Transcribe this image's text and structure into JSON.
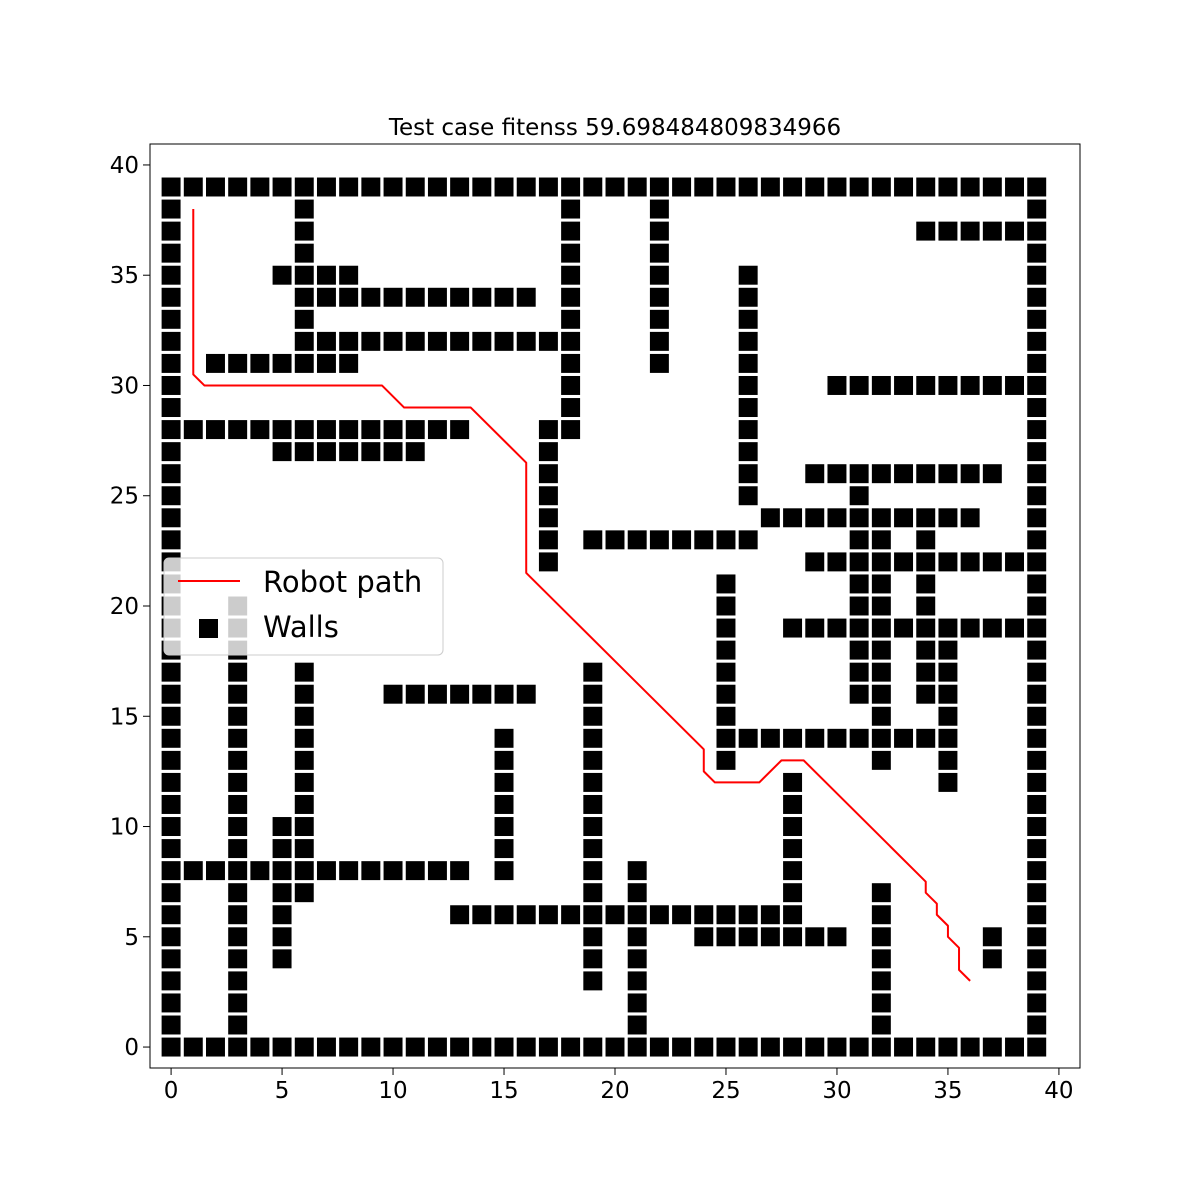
{
  "chart_data": {
    "type": "scatter",
    "title": "Test case fitenss 59.698484809834966",
    "xlabel": "",
    "ylabel": "",
    "xlim": [
      -0.95,
      40.95
    ],
    "ylim": [
      -0.95,
      40.95
    ],
    "xticks": [
      0,
      5,
      10,
      15,
      20,
      25,
      30,
      35,
      40
    ],
    "yticks": [
      0,
      5,
      10,
      15,
      20,
      25,
      30,
      35,
      40
    ],
    "grid": false,
    "legend_placement": "center-left",
    "colors": {
      "path": "#ff0000",
      "walls": "#000000"
    },
    "series": [
      {
        "name": "Robot path",
        "kind": "line",
        "points": [
          [
            1,
            38
          ],
          [
            1,
            30.5
          ],
          [
            1.5,
            30
          ],
          [
            9.5,
            30
          ],
          [
            10.5,
            29
          ],
          [
            13.5,
            29
          ],
          [
            16,
            26.5
          ],
          [
            16,
            21.5
          ],
          [
            24,
            13.5
          ],
          [
            24,
            12.5
          ],
          [
            24.5,
            12
          ],
          [
            26.5,
            12
          ],
          [
            27.5,
            13
          ],
          [
            28.5,
            13
          ],
          [
            34,
            7.5
          ],
          [
            34,
            7
          ],
          [
            34.5,
            6.5
          ],
          [
            34.5,
            6
          ],
          [
            35,
            5.5
          ],
          [
            35,
            5
          ],
          [
            35.5,
            4.5
          ],
          [
            35.5,
            3.5
          ],
          [
            36,
            3
          ]
        ]
      },
      {
        "name": "Walls",
        "kind": "squares",
        "segments": [
          {
            "x": [
              0,
              39
            ],
            "y": 39
          },
          {
            "x": [
              0,
              39
            ],
            "y": 0
          },
          {
            "x": 0,
            "y": [
              1,
              38
            ]
          },
          {
            "x": 39,
            "y": [
              1,
              38
            ]
          },
          {
            "x": 6,
            "y": [
              34,
              38
            ]
          },
          {
            "x": 18,
            "y": [
              29,
              38
            ]
          },
          {
            "x": 22,
            "y": [
              31,
              38
            ]
          },
          {
            "x": [
              34,
              38
            ],
            "y": 37
          },
          {
            "x": [
              5,
              8
            ],
            "y": 35
          },
          {
            "x": [
              7,
              16
            ],
            "y": 34
          },
          {
            "x": [
              6,
              17
            ],
            "y": 32
          },
          {
            "x": 6,
            "y": 33
          },
          {
            "x": [
              2,
              8
            ],
            "y": 31
          },
          {
            "x": 26,
            "y": [
              25,
              35
            ]
          },
          {
            "x": [
              30,
              38
            ],
            "y": 30
          },
          {
            "x": [
              1,
              13
            ],
            "y": 28
          },
          {
            "x": 18,
            "y": 28
          },
          {
            "x": [
              5,
              11
            ],
            "y": 27
          },
          {
            "x": 17,
            "y": [
              22,
              28
            ]
          },
          {
            "x": [
              29,
              37
            ],
            "y": 26
          },
          {
            "x": 31,
            "y": 25
          },
          {
            "x": [
              27,
              36
            ],
            "y": 24
          },
          {
            "x": [
              19,
              26
            ],
            "y": 23
          },
          {
            "x": [
              31,
              32
            ],
            "y": 23
          },
          {
            "x": 34,
            "y": 23
          },
          {
            "x": [
              29,
              38
            ],
            "y": 22
          },
          {
            "x": [
              31,
              32
            ],
            "y": [
              19,
              21
            ]
          },
          {
            "x": 34,
            "y": [
              19,
              21
            ]
          },
          {
            "x": 25,
            "y": [
              15,
              21
            ]
          },
          {
            "x": [
              28,
              38
            ],
            "y": 19
          },
          {
            "x": [
              31,
              32
            ],
            "y": [
              16,
              18
            ]
          },
          {
            "x": [
              34,
              35
            ],
            "y": [
              16,
              18
            ]
          },
          {
            "x": 32,
            "y": 15
          },
          {
            "x": 35,
            "y": 15
          },
          {
            "x": [
              25,
              35
            ],
            "y": 14
          },
          {
            "x": 25,
            "y": 13
          },
          {
            "x": 32,
            "y": 13
          },
          {
            "x": 35,
            "y": [
              12,
              13
            ]
          },
          {
            "x": 3,
            "y": [
              1,
              20
            ]
          },
          {
            "x": 6,
            "y": [
              7,
              17
            ]
          },
          {
            "x": [
              10,
              16
            ],
            "y": 16
          },
          {
            "x": 19,
            "y": [
              3,
              17
            ]
          },
          {
            "x": 15,
            "y": [
              8,
              14
            ]
          },
          {
            "x": 28,
            "y": [
              6,
              12
            ]
          },
          {
            "x": 5,
            "y": [
              4,
              10
            ]
          },
          {
            "x": [
              1,
              13
            ],
            "y": 8
          },
          {
            "x": 21,
            "y": [
              1,
              8
            ]
          },
          {
            "x": 32,
            "y": [
              1,
              7
            ]
          },
          {
            "x": [
              13,
              28
            ],
            "y": 6
          },
          {
            "x": [
              24,
              30
            ],
            "y": 5
          },
          {
            "x": 37,
            "y": [
              4,
              5
            ]
          }
        ]
      }
    ]
  }
}
